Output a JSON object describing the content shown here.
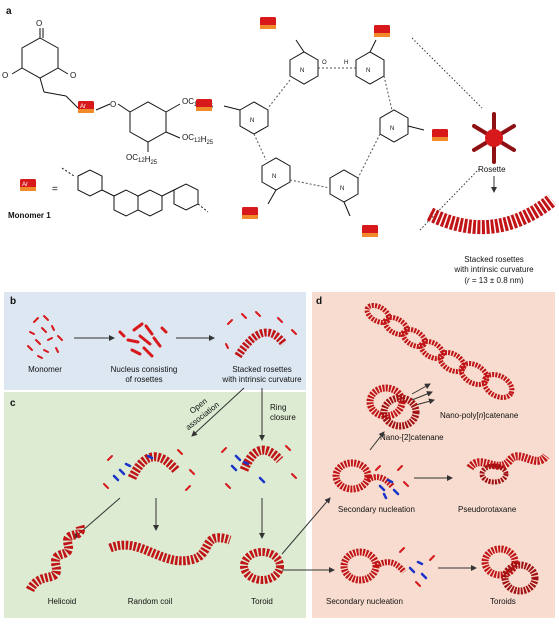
{
  "panels": {
    "a": {
      "letter": "a",
      "monomer_label": "Monomer 1",
      "ar": "Ar",
      "eq": "=",
      "chain": "OC",
      "sub12": "12",
      "sub25": "25",
      "rosette_label": "Rosette",
      "stacked_l1": "Stacked rosettes",
      "stacked_l2": "with intrinsic curvature",
      "radius_open": "(",
      "radius_r": "r",
      "radius_rest": " = 13 ± 0.8 nm)",
      "atom_O": "O",
      "atom_H": "H",
      "atom_N": "N"
    },
    "b": {
      "letter": "b",
      "monomer": "Monomer",
      "nucleus_l1": "Nucleus consisting",
      "nucleus_l2": "of rosettes",
      "stacked_l1": "Stacked rosettes",
      "stacked_l2": "with intrinsic curvature"
    },
    "c": {
      "letter": "c",
      "open_l1": "Open",
      "open_l2": "association",
      "ring_l1": "Ring",
      "ring_l2": "closure",
      "helicoid": "Helicoid",
      "random_coil": "Random coil",
      "toroid": "Toroid"
    },
    "d": {
      "letter": "d",
      "poly_a": "Nano-poly[",
      "poly_n": "n",
      "poly_b": "]catenane",
      "nano2": "Nano-[2]catenane",
      "secondary_nucleation_1": "Secondary nucleation",
      "pseudorotaxane": "Pseudorotaxane",
      "secondary_nucleation_2": "Secondary nucleation",
      "toroids": "Toroids"
    }
  },
  "colors": {
    "red": "#d7191c",
    "dark_red": "#8e1013",
    "blue": "#1a33c8",
    "panel_b_bg": "#dce7f2",
    "panel_c_bg": "#dcebd2",
    "panel_d_bg": "#f7dccf"
  }
}
